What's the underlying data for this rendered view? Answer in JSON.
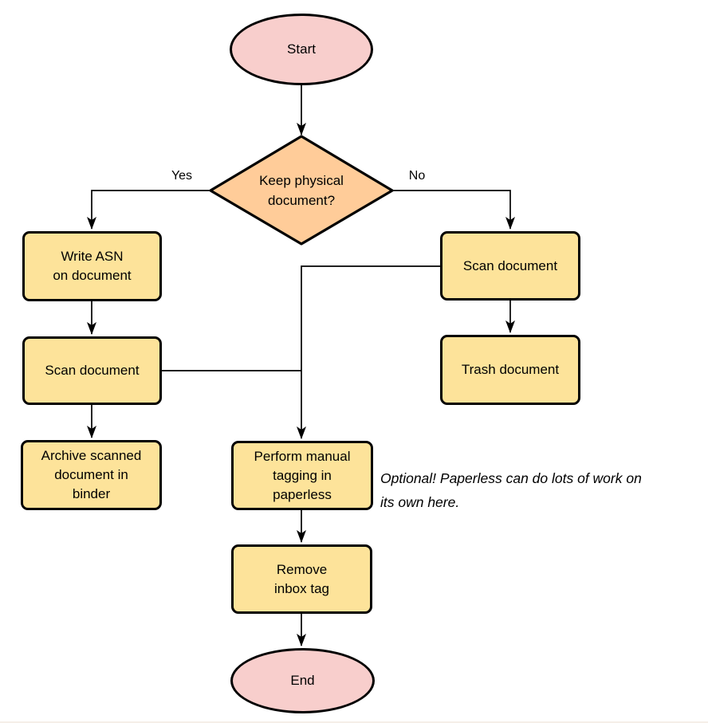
{
  "colors": {
    "terminal_fill": "#F8CECC",
    "decision_fill": "#FFCC99",
    "process_fill": "#FDE39A",
    "stroke": "#000000",
    "page_edge": "#F5EEE8"
  },
  "nodes": {
    "start": {
      "label": "Start"
    },
    "decision": {
      "label": "Keep physical\ndocument?"
    },
    "write_asn": {
      "label": "Write ASN\non document"
    },
    "scan_left": {
      "label": "Scan document"
    },
    "archive": {
      "label": "Archive scanned\ndocument in\nbinder"
    },
    "scan_right": {
      "label": "Scan document"
    },
    "trash": {
      "label": "Trash document"
    },
    "perform_tagging": {
      "label": "Perform manual\ntagging in\npaperless"
    },
    "remove_inbox": {
      "label": "Remove\ninbox tag"
    },
    "end": {
      "label": "End"
    }
  },
  "edges": {
    "yes_label": "Yes",
    "no_label": "No"
  },
  "annotation": {
    "text": "Optional! Paperless can do lots of work on\nits own here."
  }
}
